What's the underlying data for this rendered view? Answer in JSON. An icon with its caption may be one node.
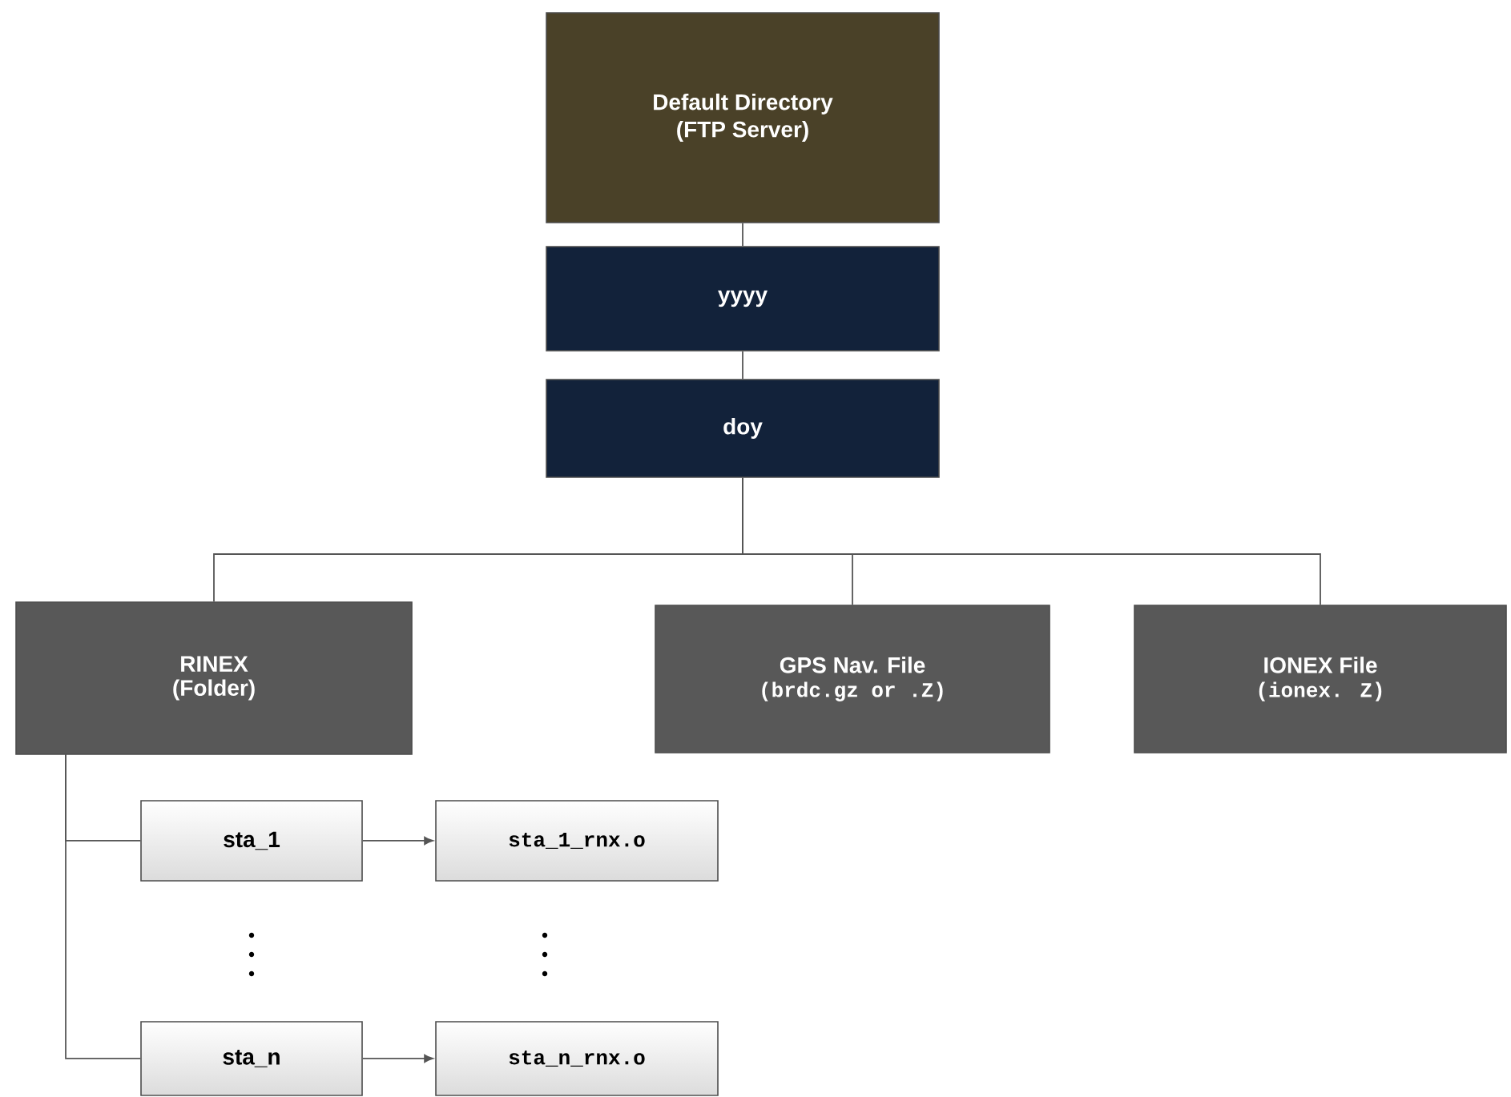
{
  "diagram": {
    "nodes": [
      {
        "text": [
          "Default Directory",
          "(FTP Server)"
        ]
      },
      {
        "text": [
          "yyyy"
        ]
      },
      {
        "text": [
          "doy"
        ]
      },
      {
        "text": [
          "RINEX",
          "(Folder)"
        ]
      },
      {
        "text": [
          "GPS Nav. File",
          "(brdc.gz or .Z)"
        ]
      },
      {
        "text": [
          "IONEX File",
          "(ionex. Z)"
        ]
      },
      {
        "text": [
          "sta_1"
        ]
      },
      {
        "text": [
          "sta_1_rnx.o"
        ]
      },
      {
        "text": [
          "sta_n"
        ]
      },
      {
        "text": [
          "sta_n_rnx.o"
        ]
      }
    ],
    "edges": [
      {
        "from": 0,
        "to": 1,
        "arrow": "none"
      },
      {
        "from": 1,
        "to": 2,
        "arrow": "none"
      },
      {
        "from": 2,
        "to": 3,
        "arrow": "none"
      },
      {
        "from": 2,
        "to": 4,
        "arrow": "none"
      },
      {
        "from": 2,
        "to": 5,
        "arrow": "none"
      },
      {
        "from": 3,
        "to": 6,
        "arrow": "none"
      },
      {
        "from": 3,
        "to": 8,
        "arrow": "none"
      },
      {
        "from": 6,
        "to": 7,
        "arrow": "to"
      },
      {
        "from": 8,
        "to": 9,
        "arrow": "to"
      }
    ]
  }
}
